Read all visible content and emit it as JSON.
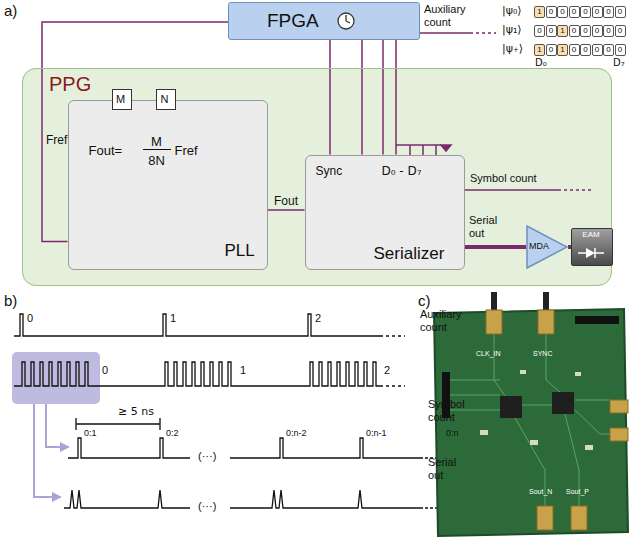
{
  "diagram": {
    "nodes": [
      {
        "text": [
          "FPGA"
        ]
      },
      {
        "text": [
          "PPG"
        ]
      },
      {
        "text": [
          "Fout=",
          "M",
          "8N",
          "Fref",
          "PLL"
        ],
        "in": 1
      },
      {
        "text": [
          "M"
        ],
        "in": 1
      },
      {
        "text": [
          "N"
        ],
        "in": 1
      },
      {
        "text": [
          "Sync",
          "D₀ - D₇",
          "Serializer"
        ],
        "in": 1
      },
      {
        "text": [
          "MDA"
        ]
      },
      {
        "text": [
          "EAM"
        ]
      },
      {
        "text": [
          "1"
        ]
      },
      {
        "text": [
          "0"
        ]
      },
      {
        "text": [
          "0"
        ]
      },
      {
        "text": [
          "0"
        ]
      },
      {
        "text": [
          "0"
        ]
      },
      {
        "text": [
          "0"
        ]
      },
      {
        "text": [
          "0"
        ]
      },
      {
        "text": [
          "0"
        ]
      },
      {
        "text": [
          "0"
        ]
      },
      {
        "text": [
          "0"
        ]
      },
      {
        "text": [
          "1"
        ]
      },
      {
        "text": [
          "0"
        ]
      },
      {
        "text": [
          "0"
        ]
      },
      {
        "text": [
          "0"
        ]
      },
      {
        "text": [
          "0"
        ]
      },
      {
        "text": [
          "0"
        ]
      },
      {
        "text": [
          "1"
        ]
      },
      {
        "text": [
          "0"
        ]
      },
      {
        "text": [
          "1"
        ]
      },
      {
        "text": [
          "0"
        ]
      },
      {
        "text": [
          "0"
        ]
      },
      {
        "text": [
          "0"
        ]
      },
      {
        "text": [
          "0"
        ]
      },
      {
        "text": [
          "0"
        ]
      }
    ],
    "edges": [
      {
        "from": 0,
        "to": 2,
        "label": "Fref",
        "arrow": "none"
      },
      {
        "from": 2,
        "to": 5,
        "label": "Fout",
        "arrow": "none"
      },
      {
        "from": 0,
        "to": 5,
        "arrow": "none"
      },
      {
        "from": 0,
        "to": 5,
        "arrow": "none"
      },
      {
        "from": 0,
        "to": 5,
        "arrow": "none"
      },
      {
        "from": 0,
        "to": 5,
        "arrow": "none"
      },
      {
        "from": 5,
        "to": 6,
        "label": "Serial out",
        "arrow": "none"
      },
      {
        "from": 6,
        "to": 7,
        "arrow": "none"
      }
    ],
    "labels": [
      "a)",
      "Auxiliary count",
      "|ψ₀⟩",
      "|ψ₁⟩",
      "|ψ₊⟩",
      "D₀",
      "D₇",
      "Symbol count",
      "b)",
      "Auxiliary count",
      "0",
      "1",
      "2",
      "0",
      "1",
      "2",
      "≥ 5 ns",
      "Symbol count",
      "0:1",
      "0:2",
      "(···)",
      "0:n-2",
      "0:n-1",
      "0:n",
      "Serial out",
      "(···)",
      "c)",
      "CLK_IN",
      "SYNC",
      "Sout_N",
      "Sout_P"
    ]
  }
}
